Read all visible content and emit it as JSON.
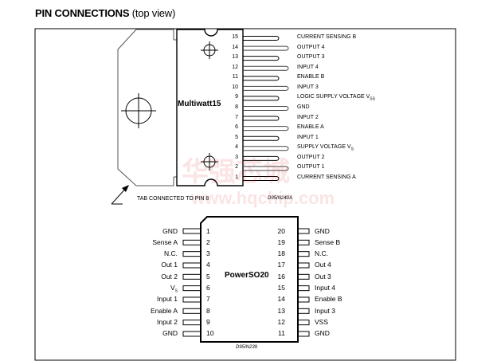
{
  "title": {
    "main": "PIN CONNECTIONS",
    "sub": "(top view)"
  },
  "multiwatt": {
    "package_name": "Multiwatt15",
    "tab_note": "TAB CONNECTED TO PIN 8",
    "drawing_code": "D95IN240A",
    "pins": [
      {
        "num": "15",
        "label": "CURRENT SENSING B"
      },
      {
        "num": "14",
        "label": "OUTPUT 4"
      },
      {
        "num": "13",
        "label": "OUTPUT 3"
      },
      {
        "num": "12",
        "label": "INPUT 4"
      },
      {
        "num": "11",
        "label": "ENABLE B"
      },
      {
        "num": "10",
        "label": "INPUT 3"
      },
      {
        "num": "9",
        "label": "LOGIC SUPPLY VOLTAGE V",
        "sub": "SS"
      },
      {
        "num": "8",
        "label": "GND"
      },
      {
        "num": "7",
        "label": "INPUT 2"
      },
      {
        "num": "6",
        "label": "ENABLE A"
      },
      {
        "num": "5",
        "label": "INPUT 1"
      },
      {
        "num": "4",
        "label": "SUPPLY VOLTAGE V",
        "sub": "S"
      },
      {
        "num": "3",
        "label": "OUTPUT 2"
      },
      {
        "num": "2",
        "label": "OUTPUT 1"
      },
      {
        "num": "1",
        "label": "CURRENT SENSING A"
      }
    ]
  },
  "powerso": {
    "package_name": "PowerSO20",
    "drawing_code": "D95IN239",
    "left_pins": [
      {
        "num": "1",
        "label": "GND"
      },
      {
        "num": "2",
        "label": "Sense A"
      },
      {
        "num": "3",
        "label": "N.C."
      },
      {
        "num": "4",
        "label": "Out 1"
      },
      {
        "num": "5",
        "label": "Out 2"
      },
      {
        "num": "6",
        "label": "V",
        "sub": "S"
      },
      {
        "num": "7",
        "label": "Input 1"
      },
      {
        "num": "8",
        "label": "Enable A"
      },
      {
        "num": "9",
        "label": "Input 2"
      },
      {
        "num": "10",
        "label": "GND"
      }
    ],
    "right_pins": [
      {
        "num": "20",
        "label": "GND"
      },
      {
        "num": "19",
        "label": "Sense B"
      },
      {
        "num": "18",
        "label": "N.C."
      },
      {
        "num": "17",
        "label": "Out 4"
      },
      {
        "num": "16",
        "label": "Out 3"
      },
      {
        "num": "15",
        "label": "Input 4"
      },
      {
        "num": "14",
        "label": "Enable B"
      },
      {
        "num": "13",
        "label": "Input 3"
      },
      {
        "num": "12",
        "label": "VSS"
      },
      {
        "num": "11",
        "label": "GND"
      }
    ]
  },
  "watermark": {
    "cn": "华强芯城",
    "url": "www.hqchip.com"
  }
}
